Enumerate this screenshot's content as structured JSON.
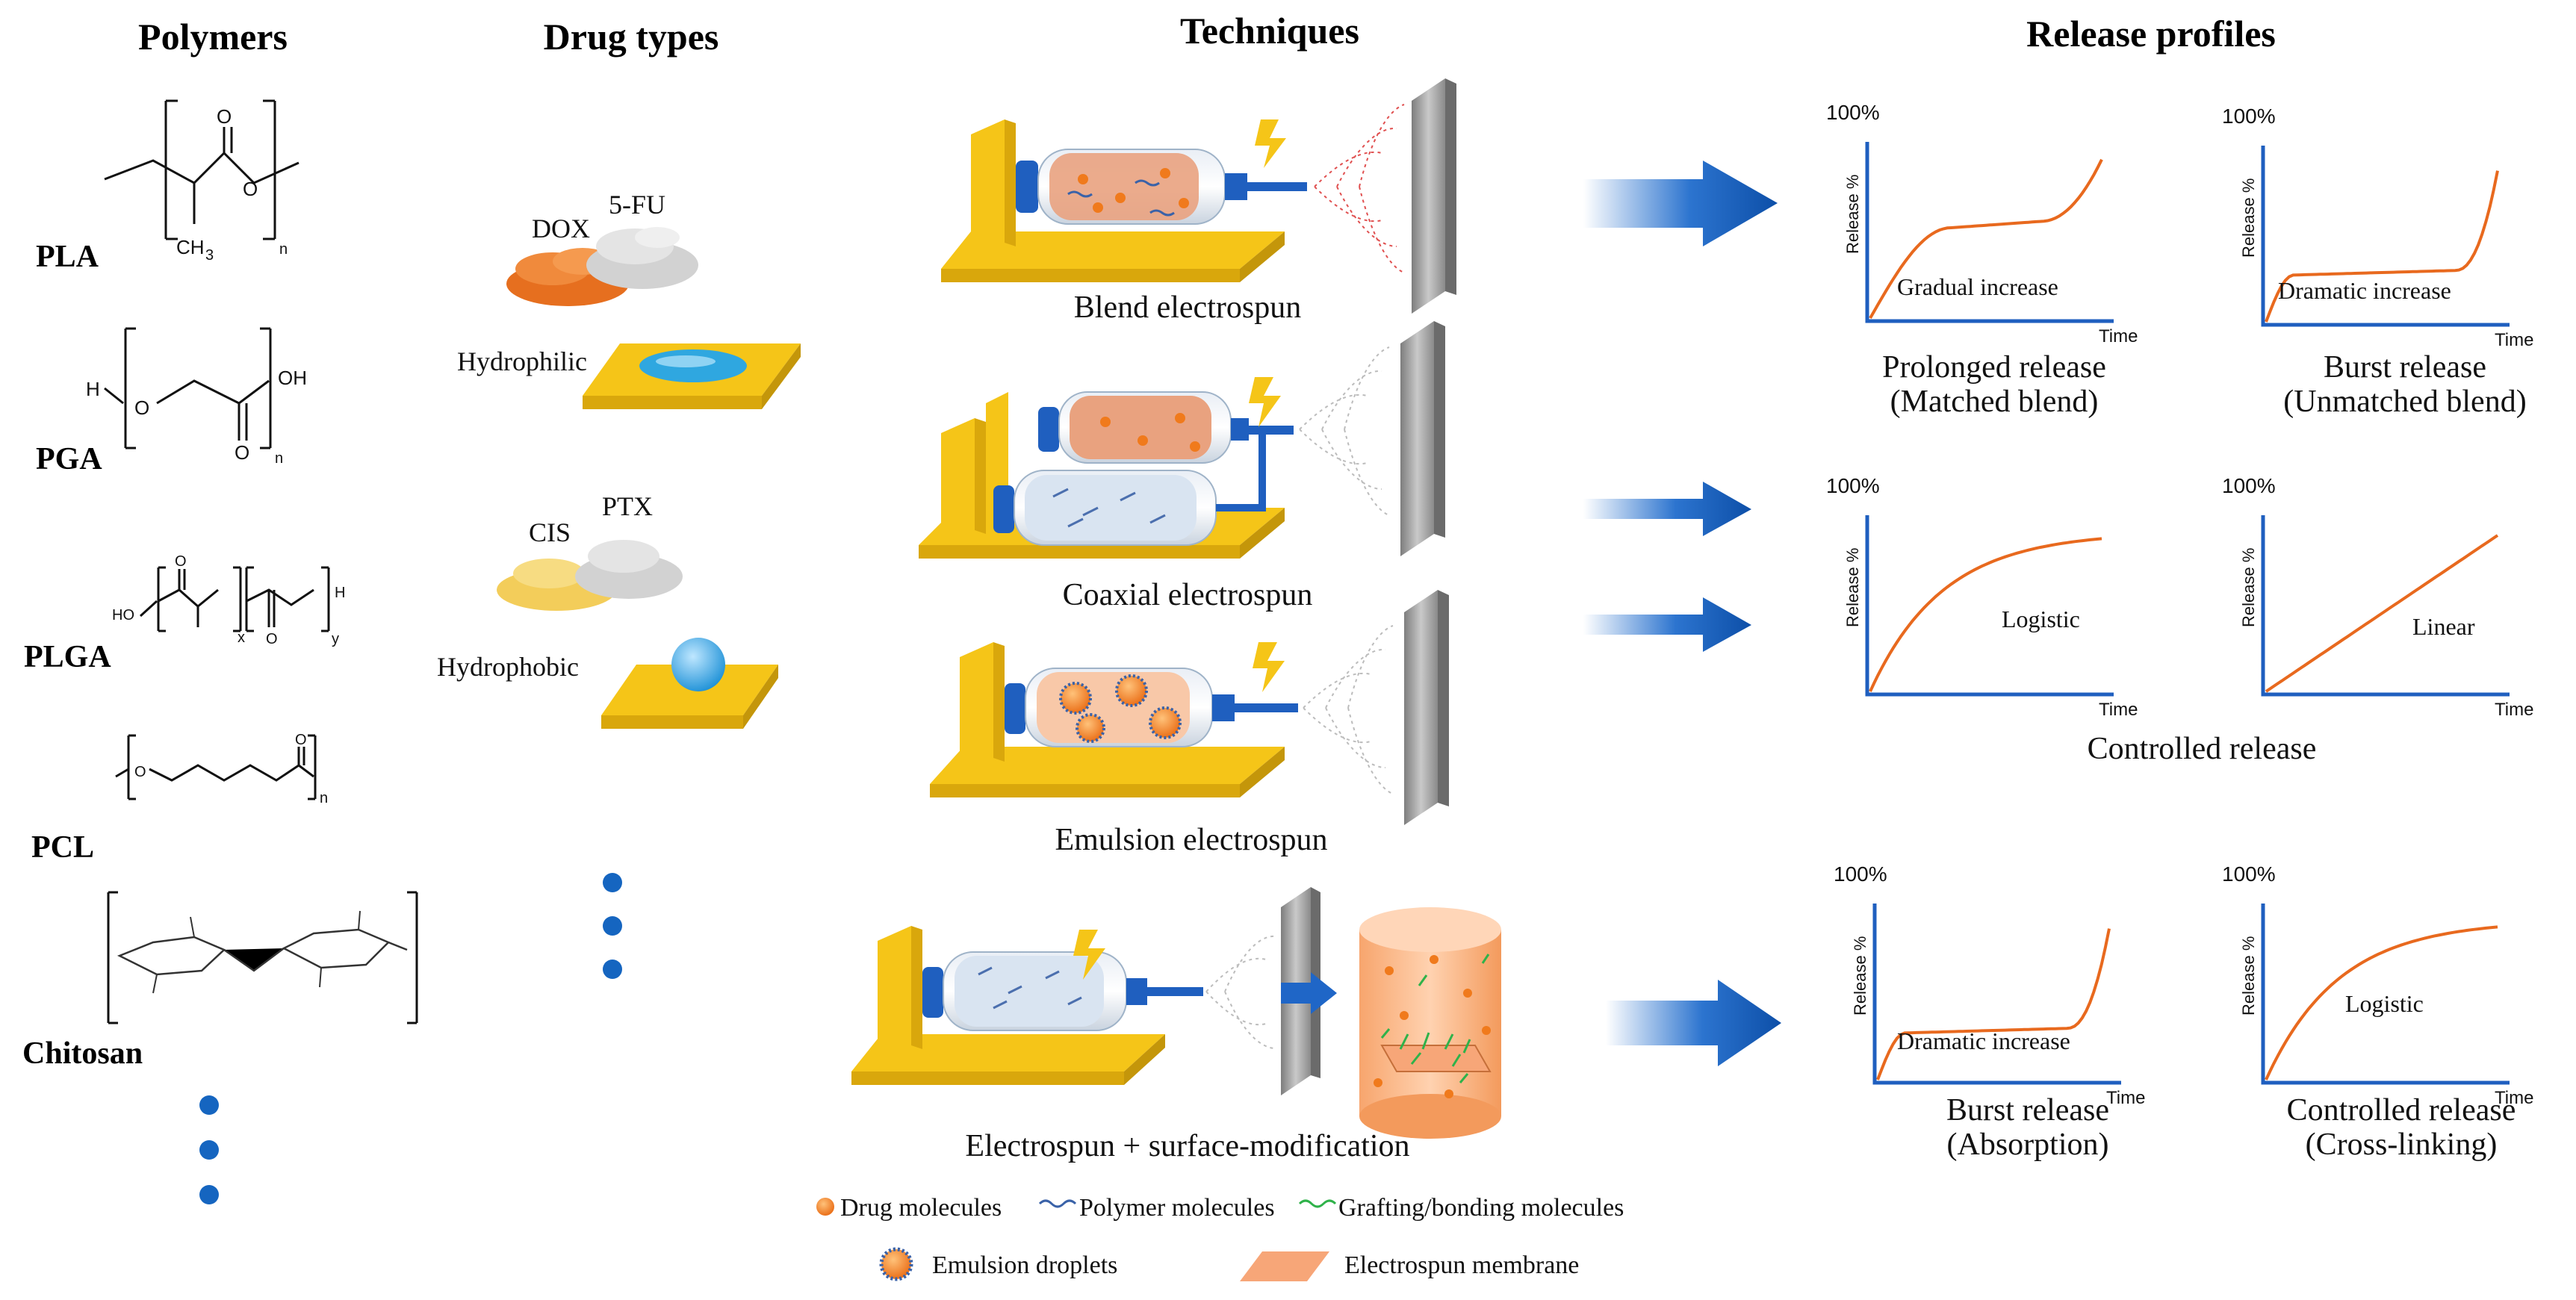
{
  "headers": {
    "polymers": "Polymers",
    "drug_types": "Drug types",
    "techniques": "Techniques",
    "release_profiles": "Release profiles"
  },
  "polymers": {
    "names": [
      "PLA",
      "PGA",
      "PLGA",
      "PCL",
      "Chitosan"
    ],
    "structure_text": {
      "pla_ch3": "CH",
      "pla_ch3_sub": "3",
      "pla_o1": "O",
      "pla_o2": "O",
      "pla_n": "n",
      "pga_h": "H",
      "pga_o1": "O",
      "pga_o2": "O",
      "pga_oh": "OH",
      "pga_n": "n",
      "plga_ho": "HO",
      "plga_o1": "O",
      "plga_o2": "O",
      "plga_x": "x",
      "plga_y": "y",
      "plga_h": "H",
      "pcl_o1": "O",
      "pcl_o2": "O",
      "pcl_n": "n"
    }
  },
  "drug_types": {
    "dox": "DOX",
    "fu5": "5-FU",
    "hydrophilic": "Hydrophilic",
    "cis": "CIS",
    "ptx": "PTX",
    "hydrophobic": "Hydrophobic"
  },
  "techniques": {
    "blend": "Blend electrospun",
    "coaxial": "Coaxial electrospun",
    "emulsion": "Emulsion electrospun",
    "surface": "Electrospun + surface-modification"
  },
  "legend": {
    "drug": "Drug molecules",
    "polymer": "Polymer molecules",
    "grafting": "Grafting/bonding molecules",
    "emulsion": "Emulsion droplets",
    "membrane": "Electrospun membrane"
  },
  "release": {
    "y_top": "100%",
    "y_axis": "Release %",
    "x_axis": "Time",
    "panels": [
      {
        "inner": "Gradual increase",
        "caption1": "Prolonged release",
        "caption2": "(Matched blend)",
        "shape": "s-curve"
      },
      {
        "inner": "Dramatic increase",
        "caption1": "Burst release",
        "caption2": "(Unmatched blend)",
        "shape": "burst"
      },
      {
        "inner": "Logistic",
        "caption1": "",
        "caption2": "",
        "shape": "logistic"
      },
      {
        "inner": "Linear",
        "caption1": "",
        "caption2": "",
        "shape": "linear"
      },
      {
        "inner": "Dramatic increase",
        "caption1": "Burst release",
        "caption2": "(Absorption)",
        "shape": "burst"
      },
      {
        "inner": "Logistic",
        "caption1": "Controlled release",
        "caption2": "(Cross-linking)",
        "shape": "logistic"
      }
    ],
    "controlled_caption": "Controlled release"
  },
  "colors": {
    "axis": "#1f5fbf",
    "curve": "#e8691e",
    "stand": "#f5c518",
    "arrow": "#1f66c7",
    "dot": "#1565c0",
    "collector": "#9a9a9a"
  }
}
